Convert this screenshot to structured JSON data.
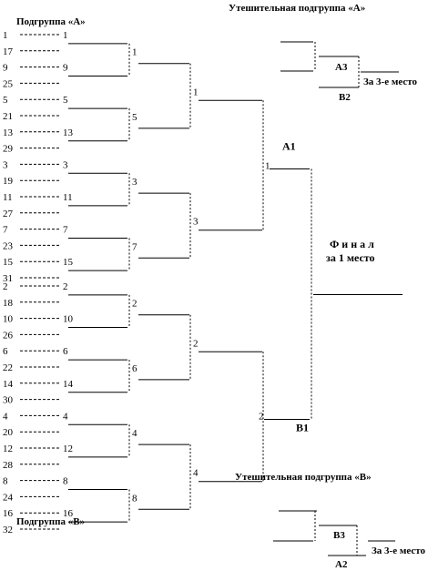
{
  "headings": {
    "group_a": "Подгруппа «А»",
    "group_b": "Подгруппа «В»",
    "consolation_a": "Утешительная подгруппа «А»",
    "consolation_b": "Утешительная подгруппа «В»",
    "final_title": "Ф и н а л",
    "final_subtitle": "за 1 место",
    "third_place": "За 3-е место"
  },
  "seeds_a": [
    "1",
    "17",
    "9",
    "25",
    "5",
    "21",
    "13",
    "29",
    "3",
    "19",
    "11",
    "27",
    "7",
    "23",
    "15",
    "31"
  ],
  "seeds_b": [
    "2",
    "18",
    "10",
    "26",
    "6",
    "22",
    "14",
    "30",
    "4",
    "20",
    "12",
    "28",
    "8",
    "24",
    "16",
    "32"
  ],
  "r1_a": [
    "1",
    "9",
    "5",
    "13",
    "3",
    "11",
    "7",
    "15"
  ],
  "r1_b": [
    "2",
    "10",
    "6",
    "14",
    "4",
    "12",
    "8",
    "16"
  ],
  "r2_a": [
    "1",
    "5",
    "3",
    "7"
  ],
  "r2_b": [
    "2",
    "6",
    "4",
    "8"
  ],
  "r3_a": [
    "1",
    "3"
  ],
  "r3_b": [
    "2",
    "4"
  ],
  "semis": {
    "a_winner": "1",
    "b_winner": "2",
    "a_label": "А1",
    "b_label": "В1"
  },
  "consolation_a_labels": {
    "top": "А3",
    "bottom": "В2"
  },
  "consolation_b_labels": {
    "top": "В3",
    "bottom": "А2"
  }
}
